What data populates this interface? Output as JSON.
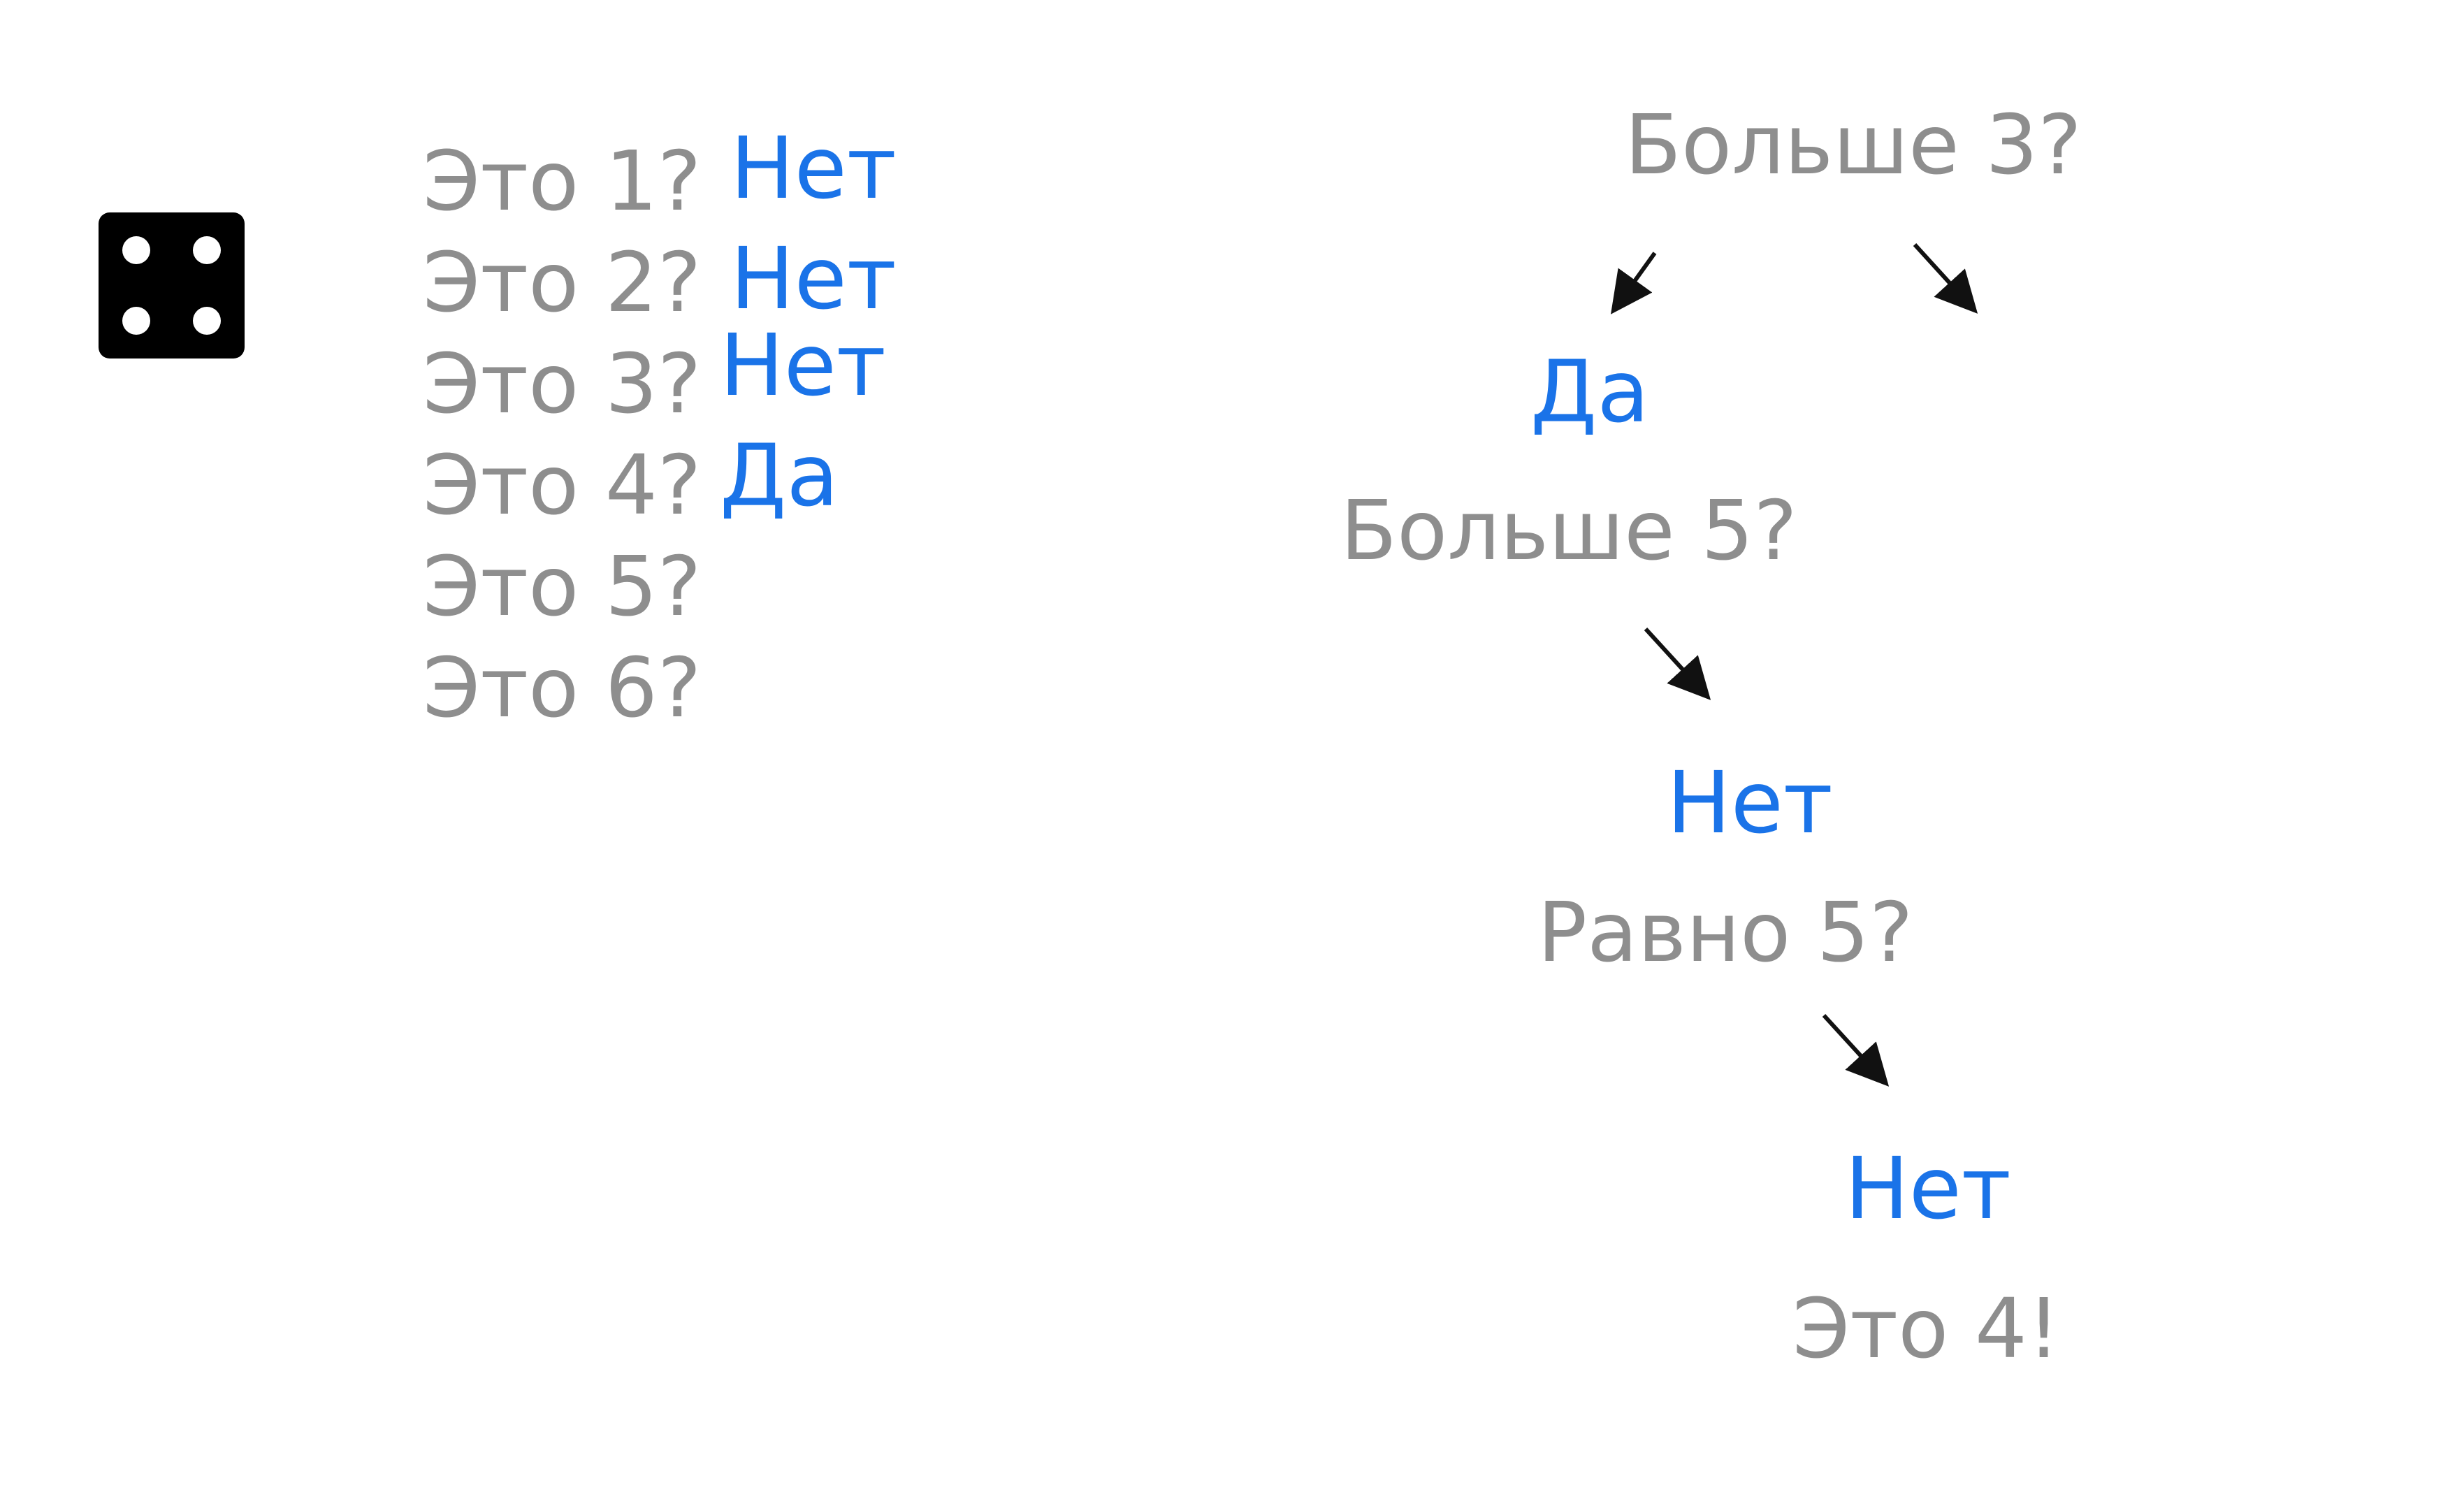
{
  "left_list": {
    "questions": [
      "Это 1?",
      "Это 2?",
      "Это 3?",
      "Это 4?",
      "Это 5?",
      "Это 6?"
    ],
    "answers": [
      "Нет",
      "Нет",
      "Нет",
      "Да"
    ]
  },
  "tree": {
    "q1": "Больше 3?",
    "a1": "Да",
    "q2": "Больше 5?",
    "a2": "Нет",
    "q3": "Равно 5?",
    "a3": "Нет",
    "result": "Это 4!"
  },
  "colors": {
    "question": "#8e8e8e",
    "answer": "#1a73e8",
    "die": "#000000",
    "arrow": "#111111"
  },
  "icons": {
    "die": "die-face-four-icon"
  }
}
